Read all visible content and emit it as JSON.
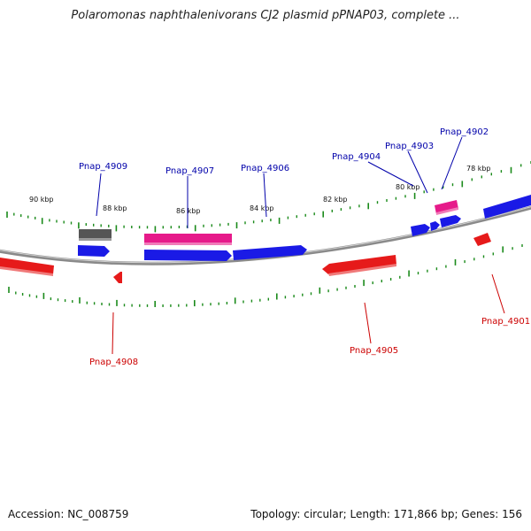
{
  "title": "Polaromonas naphthalenivorans CJ2 plasmid pPNAP03, complete ...",
  "footer": {
    "accession": "Accession: NC_008759",
    "stats": "Topology: circular; Length: 171,866 bp; Genes: 156"
  },
  "colors": {
    "backbone": "#8a8a8a",
    "ticks": "#1a8a1a",
    "forward_cds": "#1a1ae6",
    "reverse_cds": "#e61a1a",
    "rna": "#e61a8a",
    "other": "#555555",
    "forward_label": "#0000aa",
    "reverse_label": "#cc0000"
  },
  "kbp_labels": [
    "90 kbp",
    "88 kbp",
    "86 kbp",
    "84 kbp",
    "82 kbp",
    "80 kbp",
    "78 kbp"
  ],
  "gene_labels": {
    "forward": [
      "Pnap_4909",
      "Pnap_4907",
      "Pnap_4906",
      "Pnap_4904",
      "Pnap_4903",
      "Pnap_4902"
    ],
    "reverse": [
      "Pnap_4908",
      "Pnap_4905",
      "Pnap_4901"
    ]
  }
}
